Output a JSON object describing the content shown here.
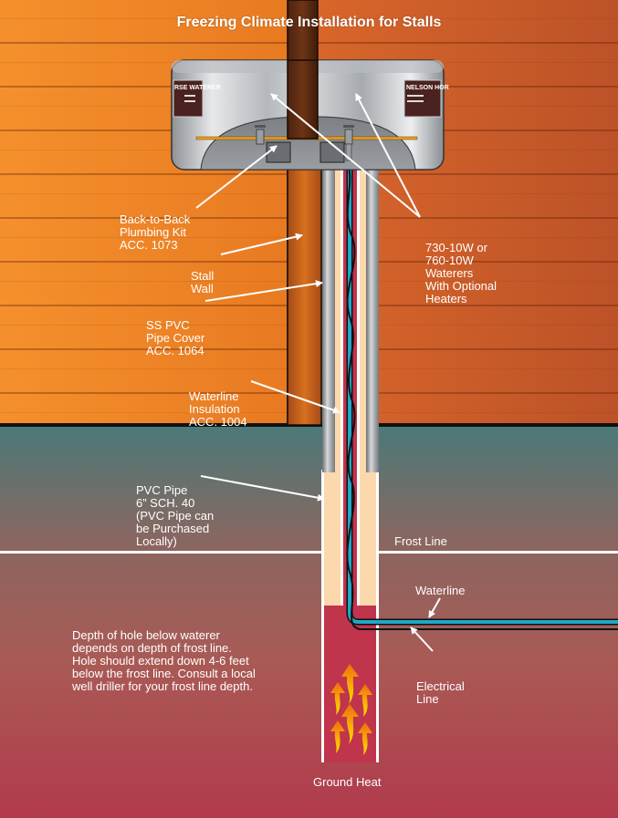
{
  "title": "Freezing Climate Installation for Stalls",
  "labels": {
    "plumbing_kit": [
      "Back-to-Back",
      "Plumbing Kit",
      "ACC. 1073"
    ],
    "stall_wall": [
      "Stall",
      "Wall"
    ],
    "pipe_cover": [
      "SS PVC",
      "Pipe Cover",
      "ACC. 1064"
    ],
    "insulation": [
      "Waterline",
      "Insulation",
      "ACC. 1004"
    ],
    "pvc_pipe": [
      "PVC Pipe",
      "6” SCH. 40",
      "(PVC Pipe can",
      "be Purchased",
      "Locally)"
    ],
    "waterers": [
      "730-10W or",
      "760-10W",
      "Waterers",
      "With Optional",
      "Heaters"
    ],
    "frost_line": "Frost Line",
    "waterline": "Waterline",
    "electrical_line": [
      "Electrical",
      "Line"
    ],
    "depth_note": [
      "Depth of hole below waterer",
      "depends on depth of frost line.",
      "Hole should extend down 4-6 feet",
      "below the frost line. Consult a local",
      "well driller for your frost line depth."
    ],
    "ground_heat": "Ground Heat"
  },
  "waterer_plates": {
    "left": "RSE WATERER",
    "right": "NELSON HOR"
  },
  "colors": {
    "siding_left": "#f08a2a",
    "siding_right": "#c55a2a",
    "stall_wall": "#b55a1e",
    "soil_top": "#4d7a78",
    "soil_bottom": "#b03e4e",
    "waterline": "#1fa8c8",
    "heated_core": "#c0344c",
    "insulation": "#fcd9ac",
    "pipe_cover": "#9a9ea2",
    "plate": "#4a2220",
    "heat_arrow_top": "#f07010",
    "heat_arrow_bottom": "#ffe000"
  }
}
